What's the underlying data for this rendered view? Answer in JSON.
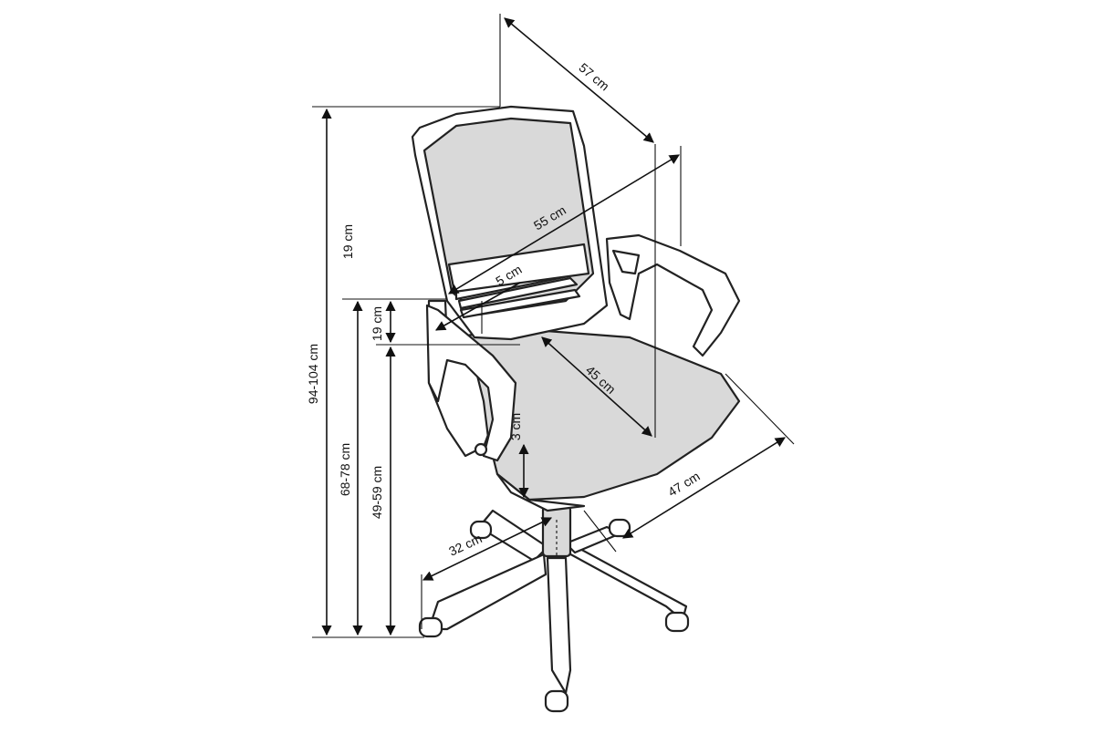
{
  "dimensions": {
    "total_height": "94-104 cm",
    "armrest_height": "68-78 cm",
    "seat_height": "49-59 cm",
    "backrest_height": "19 cm",
    "armrest_above_seat": "19 cm",
    "lumbar": "5 cm",
    "seat_thickness": "3 cm",
    "backrest_width": "55 cm",
    "depth": "57 cm",
    "seat_depth": "45 cm",
    "seat_width": "47 cm",
    "base_radius": "32 cm"
  }
}
